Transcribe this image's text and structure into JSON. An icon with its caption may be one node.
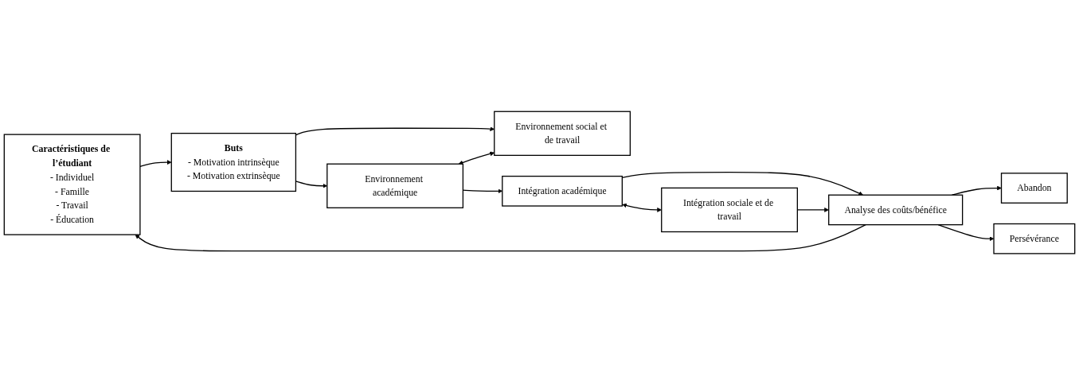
{
  "diagram": {
    "nodes": [
      {
        "text": [
          "Caractéristiques de l’étudiant",
          "- Individuel",
          "- Famille",
          "- Travail",
          "- Éducation"
        ]
      },
      {
        "text": [
          "Buts",
          "- Motivation intrinsèque",
          "- Motivation extrinsèque"
        ]
      },
      {
        "text": [
          "Environnement académique"
        ]
      },
      {
        "text": [
          "Environnement social et de travail"
        ]
      },
      {
        "text": [
          "Intégration académique"
        ]
      },
      {
        "text": [
          "Intégration sociale et de travail"
        ]
      },
      {
        "text": [
          "Analyse des coûts/bénéfice"
        ]
      },
      {
        "text": [
          "Abandon"
        ]
      },
      {
        "text": [
          "Persévérance"
        ]
      }
    ],
    "edges": [
      {
        "from": 0,
        "to": 1,
        "arrow": "to"
      },
      {
        "from": 1,
        "to": 2,
        "arrow": "to"
      },
      {
        "from": 1,
        "to": 3,
        "arrow": "to"
      },
      {
        "from": 2,
        "to": 3,
        "arrow": "both"
      },
      {
        "from": 2,
        "to": 4,
        "arrow": "to"
      },
      {
        "from": 4,
        "to": 5,
        "arrow": "both"
      },
      {
        "from": 4,
        "to": 6,
        "arrow": "to"
      },
      {
        "from": 5,
        "to": 6,
        "arrow": "to"
      },
      {
        "from": 6,
        "to": 7,
        "arrow": "to"
      },
      {
        "from": 6,
        "to": 8,
        "arrow": "to"
      },
      {
        "from": 6,
        "to": 0,
        "arrow": "to"
      }
    ]
  }
}
